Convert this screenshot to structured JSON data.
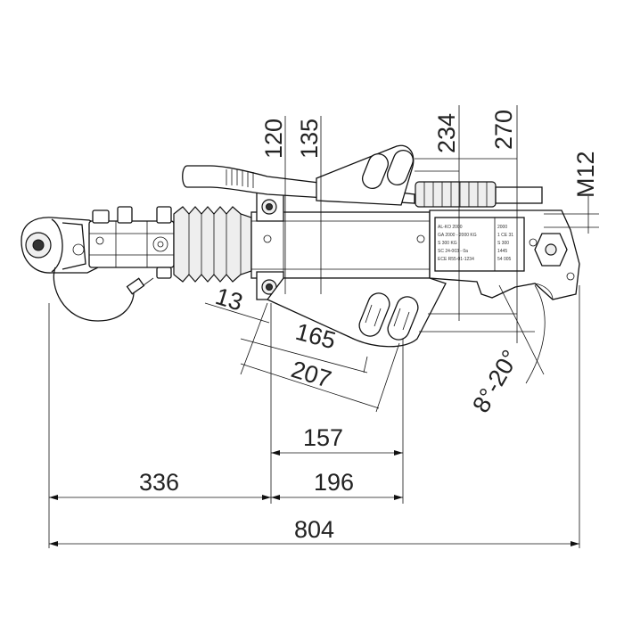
{
  "dimensions": {
    "d120": "120",
    "d135": "135",
    "d234": "234",
    "d270": "270",
    "m12": "M12",
    "d13": "13",
    "d165": "165",
    "d207": "207",
    "d157": "157",
    "d336": "336",
    "d196": "196",
    "d804": "804",
    "angle": "8°-20°"
  },
  "plate": {
    "left_lines": [
      "AL-KO 2000",
      "GA 2000 - 2000 KG",
      "S 300 KG",
      "SC    24-003 - 0a",
      "ECE R55-01-1234"
    ],
    "right_lines": [
      "2000",
      "1  CE 31",
      "S 300",
      "1445",
      "54 005"
    ]
  },
  "colors": {
    "line": "#111111",
    "text": "#222222",
    "fill": "#ffffff",
    "accent_grey": "#eeeeee"
  }
}
